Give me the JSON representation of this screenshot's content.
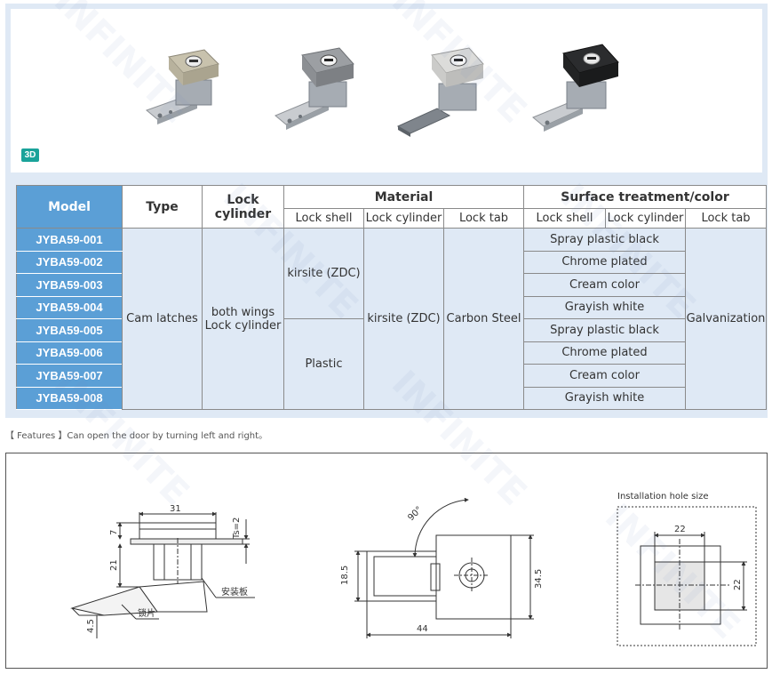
{
  "badge_3d": "3D",
  "table": {
    "headers": {
      "model": "Model",
      "type": "Type",
      "lock_cylinder": "Lock cylinder",
      "material": "Material",
      "surface": "Surface treatment/color"
    },
    "sub_headers": {
      "material_lock_shell": "Lock shell",
      "material_lock_cylinder": "Lock cylinder",
      "material_lock_tab": "Lock tab",
      "surface_lock_shell": "Lock shell",
      "surface_lock_cylinder": "Lock cylinder",
      "surface_lock_tab": "Lock tab"
    },
    "models": [
      "JYBA59-001",
      "JYBA59-002",
      "JYBA59-003",
      "JYBA59-004",
      "JYBA59-005",
      "JYBA59-006",
      "JYBA59-007",
      "JYBA59-008"
    ],
    "type_value": "Cam latches",
    "lock_cylinder_value": "both  wings Lock cylinder",
    "shell_material_1": "kirsite (ZDC)",
    "shell_material_2": "Plastic",
    "cylinder_material": "kirsite (ZDC)",
    "tab_material": "Carbon Steel",
    "surface_colors": [
      "Spray plastic black",
      "Chrome plated",
      "Cream color",
      "Grayish white",
      "Spray plastic black",
      "Chrome plated",
      "Cream color",
      "Grayish white"
    ],
    "tab_surface": "Galvanization"
  },
  "features": "【 Features 】Can open the door by turning left and right。",
  "drawing": {
    "side": {
      "dim_31": "31",
      "dim_7": "7",
      "dim_21": "21",
      "dim_4_5": "4.5",
      "dim_ts": "Ts=2",
      "label_plate": "安装板",
      "label_tab": "锁片"
    },
    "top": {
      "angle": "90°",
      "dim_18_5": "18.5",
      "dim_34_5": "34.5",
      "dim_44": "44"
    },
    "hole": {
      "title": "Installation hole size",
      "dim_w": "22",
      "dim_h": "22"
    }
  },
  "watermark": "INFINITE",
  "colors": {
    "model_bg": "#5b9fd6",
    "panel_bg": "#dfe9f5",
    "badge": "#1aa39a"
  }
}
